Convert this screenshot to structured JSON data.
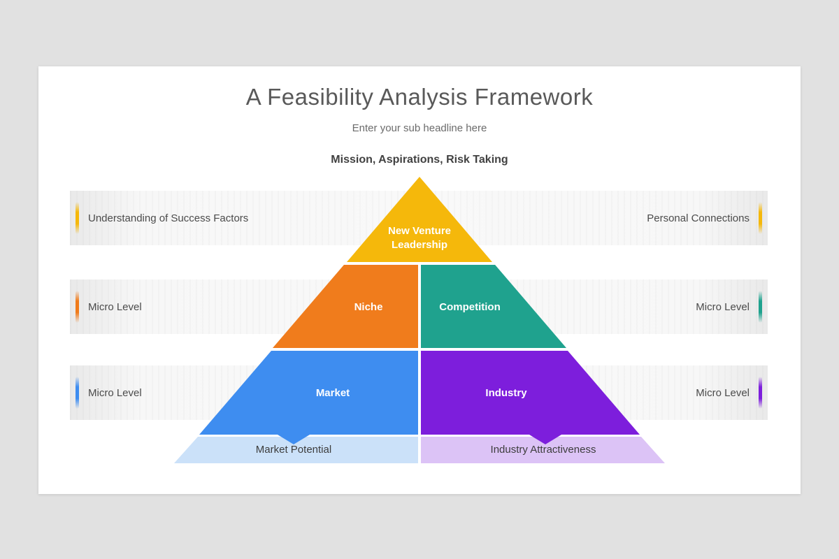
{
  "slide": {
    "title": "A Feasibility Analysis Framework",
    "subtitle": "Enter your sub headline here",
    "apex_caption": "Mission, Aspirations, Risk Taking"
  },
  "pyramid": {
    "leadership": {
      "label": "New Venture Leadership",
      "color": "#F5B80B"
    },
    "niche": {
      "label": "Niche",
      "color": "#F07C1C"
    },
    "competition": {
      "label": "Competition",
      "color": "#1FA28E"
    },
    "market": {
      "label": "Market",
      "color": "#3E8DF0"
    },
    "industry": {
      "label": "Industry",
      "color": "#7D1EDC"
    },
    "market_potential": {
      "label": "Market Potential",
      "color": "#CBE1F9"
    },
    "industry_attractiveness": {
      "label": "Industry Attractiveness",
      "color": "#DCC3F6"
    }
  },
  "bars": [
    {
      "left": "Understanding of Success Factors",
      "right": "Personal Connections",
      "left_accent": "#F5B80B",
      "right_accent": "#F5B80B"
    },
    {
      "left": "Micro Level",
      "right": "Micro Level",
      "left_accent": "#F07C1C",
      "right_accent": "#1FA28E"
    },
    {
      "left": "Micro Level",
      "right": "Micro Level",
      "left_accent": "#3E8DF0",
      "right_accent": "#7D1EDC"
    }
  ]
}
